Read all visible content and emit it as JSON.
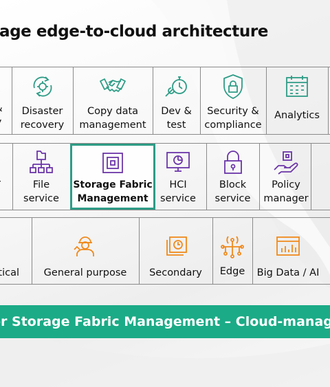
{
  "title": "rage edge-to-cloud architecture",
  "row1": [
    {
      "name": "data-protection",
      "icon": "shield-icon",
      "lines": [
        "&",
        "y"
      ]
    },
    {
      "name": "disaster-recovery",
      "icon": "recycle-gear-icon",
      "lines": [
        "Disaster",
        "recovery"
      ]
    },
    {
      "name": "copy-data-management",
      "icon": "handshake-icon",
      "lines": [
        "Copy data",
        "management"
      ]
    },
    {
      "name": "dev-test",
      "icon": "wrench-timer-icon",
      "lines": [
        "Dev &",
        "test"
      ]
    },
    {
      "name": "security-compliance",
      "icon": "shield-lock-icon",
      "lines": [
        "Security &",
        "compliance"
      ]
    },
    {
      "name": "analytics",
      "icon": "calendar-grid-icon",
      "lines": [
        "Analytics"
      ]
    }
  ],
  "row2": [
    {
      "name": "object",
      "icon": "none",
      "lines": [
        "",
        "r"
      ]
    },
    {
      "name": "file-service",
      "icon": "folder-tree-icon",
      "lines": [
        "File",
        "service"
      ]
    },
    {
      "name": "storage-fabric-management",
      "icon": "square-target-icon",
      "lines": [
        "Storage Fabric",
        "Management"
      ]
    },
    {
      "name": "hci-service",
      "icon": "monitor-chart-icon",
      "lines": [
        "HCI",
        "service"
      ]
    },
    {
      "name": "block-service",
      "icon": "padlock-icon",
      "lines": [
        "Block",
        "service"
      ]
    },
    {
      "name": "policy-manager",
      "icon": "hand-box-icon",
      "lines": [
        "Policy",
        "manager"
      ]
    }
  ],
  "row3": [
    {
      "name": "mission-critical",
      "icon": "none",
      "lines": [
        "tical"
      ]
    },
    {
      "name": "general-purpose",
      "icon": "worker-icon",
      "lines": [
        "General purpose"
      ]
    },
    {
      "name": "secondary",
      "icon": "clock-stack-icon",
      "lines": [
        "Secondary"
      ]
    },
    {
      "name": "edge",
      "icon": "antenna-network-icon",
      "lines": [
        "Edge"
      ]
    },
    {
      "name": "big-data-ai",
      "icon": "bar-chart-window-icon",
      "lines": [
        "Big Data / AI"
      ]
    }
  ],
  "banner": "or Storage Fabric Management – Cloud-managed d",
  "colors": {
    "teal": "#2e9c86",
    "green_banner": "#1bab86",
    "orange": "#f08a1c",
    "purple": "#6b35a8"
  }
}
